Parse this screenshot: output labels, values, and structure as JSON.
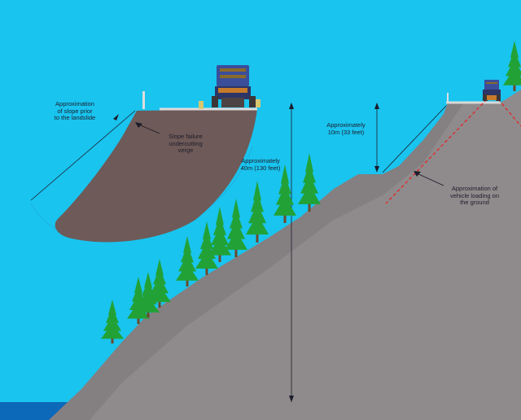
{
  "colors": {
    "sky": "#19c4ef",
    "ground": "#8f8b8c",
    "ground_shadow": "#6d6868",
    "inset_ground": "#6e5a58",
    "tree": "#22a236",
    "trunk": "#6b4a2a",
    "water": "#0c68b8",
    "guide_line": "#1b1b2a",
    "load_line": "#e02a2a",
    "truck_body": "#3a4e9a",
    "truck_cargo": "#8a6a2c"
  },
  "labels": {
    "slope_prior": [
      "Approximation",
      "of slope prior",
      "to the landslide"
    ],
    "slope_failure": [
      "Slope failure",
      "undercutting",
      "verge"
    ],
    "height_main": [
      "Approximately",
      "40m (130 feet)"
    ],
    "height_upper": [
      "Approximately",
      "10m (33 feet)"
    ],
    "vehicle_loading": [
      "Approximation of",
      "vehicle loading on",
      "the ground"
    ]
  },
  "icons": [
    "truck-icon",
    "tree-icon",
    "arrow-icon"
  ]
}
